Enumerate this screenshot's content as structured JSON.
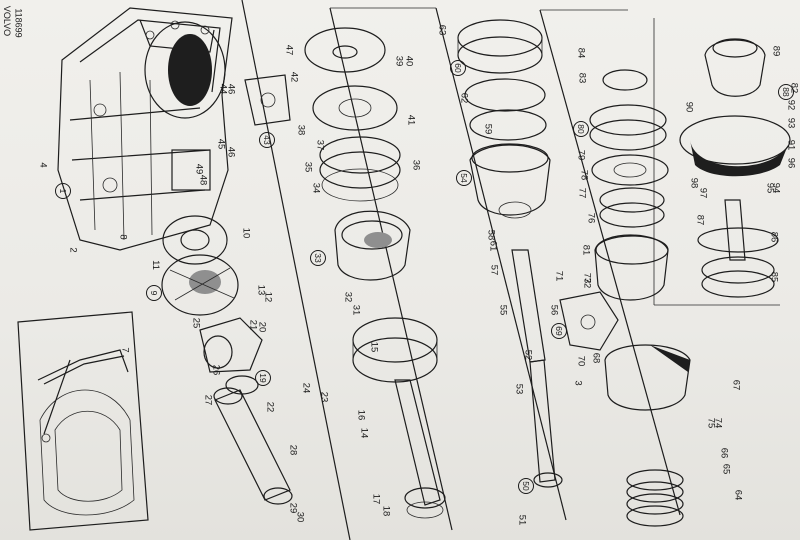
{
  "header": {
    "brand": "VOLVO",
    "code": "118699"
  },
  "parts": [
    {
      "id": "p1",
      "label": "1",
      "circled": true
    },
    {
      "id": "p2",
      "label": "2",
      "circled": false
    },
    {
      "id": "p4",
      "label": "4",
      "circled": false
    },
    {
      "id": "p8",
      "label": "8",
      "circled": false
    },
    {
      "id": "p9",
      "label": "9",
      "circled": true
    },
    {
      "id": "p10",
      "label": "10",
      "circled": false
    },
    {
      "id": "p11",
      "label": "11",
      "circled": false
    },
    {
      "id": "p12",
      "label": "12",
      "circled": false
    },
    {
      "id": "p13",
      "label": "13",
      "circled": false
    },
    {
      "id": "p14",
      "label": "14",
      "circled": false
    },
    {
      "id": "p15",
      "label": "15",
      "circled": false
    },
    {
      "id": "p16",
      "label": "16",
      "circled": false
    },
    {
      "id": "p17",
      "label": "17",
      "circled": false
    },
    {
      "id": "p18",
      "label": "18",
      "circled": false
    },
    {
      "id": "p19",
      "label": "19",
      "circled": true
    },
    {
      "id": "p20",
      "label": "20",
      "circled": false
    },
    {
      "id": "p21",
      "label": "21",
      "circled": false
    },
    {
      "id": "p22",
      "label": "22",
      "circled": false
    },
    {
      "id": "p23",
      "label": "23",
      "circled": false
    },
    {
      "id": "p24",
      "label": "24",
      "circled": false
    },
    {
      "id": "p25",
      "label": "25",
      "circled": false
    },
    {
      "id": "p26",
      "label": "26",
      "circled": false
    },
    {
      "id": "p27",
      "label": "27",
      "circled": false
    },
    {
      "id": "p28",
      "label": "28",
      "circled": false
    },
    {
      "id": "p29",
      "label": "29",
      "circled": false
    },
    {
      "id": "p30",
      "label": "30",
      "circled": false
    },
    {
      "id": "p31",
      "label": "31",
      "circled": false
    },
    {
      "id": "p32",
      "label": "32",
      "circled": false
    },
    {
      "id": "p33",
      "label": "33",
      "circled": true
    },
    {
      "id": "p34",
      "label": "34",
      "circled": false
    },
    {
      "id": "p35",
      "label": "35",
      "circled": false
    },
    {
      "id": "p36",
      "label": "36",
      "circled": false
    },
    {
      "id": "p37",
      "label": "37",
      "circled": false
    },
    {
      "id": "p38",
      "label": "38",
      "circled": false
    },
    {
      "id": "p39",
      "label": "39",
      "circled": false
    },
    {
      "id": "p40",
      "label": "40",
      "circled": false
    },
    {
      "id": "p41",
      "label": "41",
      "circled": false
    },
    {
      "id": "p42",
      "label": "42",
      "circled": false
    },
    {
      "id": "p43",
      "label": "43",
      "circled": true
    },
    {
      "id": "p44",
      "label": "44",
      "circled": false
    },
    {
      "id": "p45",
      "label": "45",
      "circled": false
    },
    {
      "id": "p46a",
      "label": "46",
      "circled": false
    },
    {
      "id": "p46b",
      "label": "46",
      "circled": false
    },
    {
      "id": "p47",
      "label": "47",
      "circled": false
    },
    {
      "id": "p48",
      "label": "48",
      "circled": false
    },
    {
      "id": "p49",
      "label": "49",
      "circled": false
    },
    {
      "id": "p50",
      "label": "50",
      "circled": true
    },
    {
      "id": "p51",
      "label": "51",
      "circled": false
    },
    {
      "id": "p52",
      "label": "52",
      "circled": false
    },
    {
      "id": "p53",
      "label": "53",
      "circled": false
    },
    {
      "id": "p54",
      "label": "54",
      "circled": true
    },
    {
      "id": "p55",
      "label": "55",
      "circled": false
    },
    {
      "id": "p56",
      "label": "56",
      "circled": false
    },
    {
      "id": "p57",
      "label": "57",
      "circled": false
    },
    {
      "id": "p58",
      "label": "58",
      "circled": false
    },
    {
      "id": "p59",
      "label": "59",
      "circled": false
    },
    {
      "id": "p60",
      "label": "60",
      "circled": true
    },
    {
      "id": "p61",
      "label": "61",
      "circled": false
    },
    {
      "id": "p62",
      "label": "62",
      "circled": false
    },
    {
      "id": "p63",
      "label": "63",
      "circled": false
    },
    {
      "id": "p64",
      "label": "64",
      "circled": false
    },
    {
      "id": "p65",
      "label": "65",
      "circled": false
    },
    {
      "id": "p66",
      "label": "66",
      "circled": false
    },
    {
      "id": "p67",
      "label": "67",
      "circled": false
    },
    {
      "id": "p68",
      "label": "68",
      "circled": false
    },
    {
      "id": "p69",
      "label": "69",
      "circled": true
    },
    {
      "id": "p70",
      "label": "70",
      "circled": false
    },
    {
      "id": "p71",
      "label": "71",
      "circled": false
    },
    {
      "id": "p72",
      "label": "72",
      "circled": false
    },
    {
      "id": "p73",
      "label": "73",
      "circled": false
    },
    {
      "id": "p74",
      "label": "74",
      "circled": false
    },
    {
      "id": "p75",
      "label": "75",
      "circled": false
    },
    {
      "id": "p76",
      "label": "76",
      "circled": false
    },
    {
      "id": "p77",
      "label": "77",
      "circled": false
    },
    {
      "id": "p78",
      "label": "78",
      "circled": false
    },
    {
      "id": "p79",
      "label": "79",
      "circled": false
    },
    {
      "id": "p80",
      "label": "80",
      "circled": true
    },
    {
      "id": "p81",
      "label": "81",
      "circled": false
    },
    {
      "id": "p82",
      "label": "82",
      "circled": false
    },
    {
      "id": "p83",
      "label": "83",
      "circled": false
    },
    {
      "id": "p84",
      "label": "84",
      "circled": false
    },
    {
      "id": "p85",
      "label": "85",
      "circled": false
    },
    {
      "id": "p86",
      "label": "86",
      "circled": false
    },
    {
      "id": "p87",
      "label": "87",
      "circled": false
    },
    {
      "id": "p88",
      "label": "88",
      "circled": true
    },
    {
      "id": "p89",
      "label": "89",
      "circled": false
    },
    {
      "id": "p90",
      "label": "90",
      "circled": false
    },
    {
      "id": "p91",
      "label": "91",
      "circled": false
    },
    {
      "id": "p92",
      "label": "92",
      "circled": false
    },
    {
      "id": "p93",
      "label": "93",
      "circled": false
    },
    {
      "id": "p94",
      "label": "94",
      "circled": false
    },
    {
      "id": "p95",
      "label": "95",
      "circled": false
    },
    {
      "id": "p96",
      "label": "96",
      "circled": false
    },
    {
      "id": "p97",
      "label": "97",
      "circled": false
    },
    {
      "id": "p98",
      "label": "98",
      "circled": false
    },
    {
      "id": "p7",
      "label": "7",
      "circled": false
    },
    {
      "id": "p3",
      "label": "3",
      "circled": false
    }
  ]
}
